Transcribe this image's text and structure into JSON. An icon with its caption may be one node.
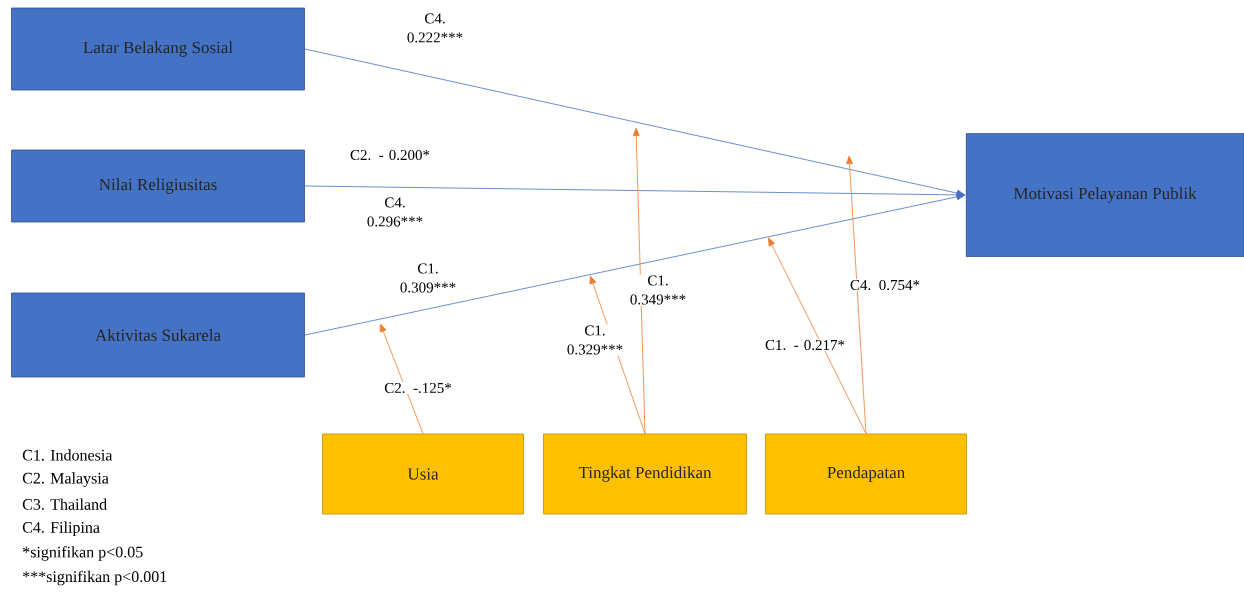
{
  "diagram": {
    "nodes": [
      {
        "text": [
          "Latar Belakang Sosial"
        ]
      },
      {
        "text": [
          "Nilai Religiusitas"
        ]
      },
      {
        "text": [
          "Aktivitas Sukarela"
        ]
      },
      {
        "text": [
          "Motivasi Pelayanan Publik"
        ]
      },
      {
        "text": [
          "Usia"
        ]
      },
      {
        "text": [
          "Tingkat Pendidikan"
        ]
      },
      {
        "text": [
          "Pendapatan"
        ]
      }
    ],
    "edges": [
      {
        "from": 0,
        "to": 3,
        "arrow": "to",
        "label": "C4. 0.222***",
        "color": "#4472c4"
      },
      {
        "from": 1,
        "to": 3,
        "arrow": "to",
        "label": "C2. - 0.200*",
        "color": "#4472c4"
      },
      {
        "from": 2,
        "to": 3,
        "arrow": "to",
        "label": "C1. 0.309***",
        "color": "#4472c4"
      },
      {
        "from": 4,
        "to": null,
        "arrow": "to",
        "label": "C2. -.125*"
      },
      {
        "from": 5,
        "to": null,
        "arrow": "to",
        "label": "C1. 0.329***"
      },
      {
        "from": 5,
        "to": null,
        "arrow": "to",
        "label": "C1. 0.349***"
      },
      {
        "from": 6,
        "to": null,
        "arrow": "to",
        "label": "C1. - 0.217*"
      },
      {
        "from": 6,
        "to": null,
        "arrow": "to",
        "label": "C4. 0.754*"
      }
    ],
    "labels": [
      "C4. 0.296***",
      "C1. Indonesia",
      "C2. Malaysia",
      "C3. Thailand",
      "C4. Filipina",
      "*signifikan  p<0.05",
      "***signifikan  p<0.001"
    ]
  }
}
